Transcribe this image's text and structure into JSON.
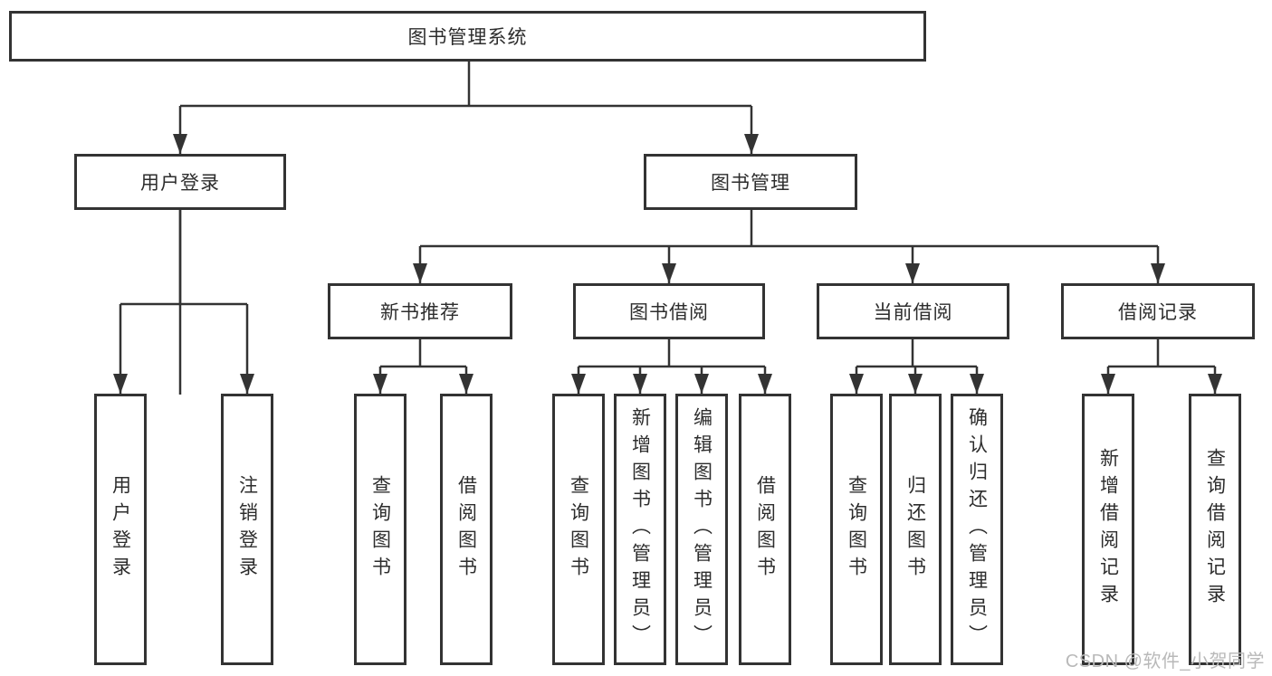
{
  "diagram": {
    "title": "图书管理系统",
    "root": {
      "label": "图书管理系统",
      "children": [
        {
          "label": "用户登录",
          "children": [
            {
              "label": "用户登录"
            },
            {
              "label": "注销登录"
            }
          ]
        },
        {
          "label": "图书管理",
          "children": [
            {
              "label": "新书推荐",
              "children": [
                {
                  "label": "查询图书"
                },
                {
                  "label": "借阅图书"
                }
              ]
            },
            {
              "label": "图书借阅",
              "children": [
                {
                  "label": "查询图书"
                },
                {
                  "label": "新增图书（管理员）"
                },
                {
                  "label": "编辑图书（管理员）"
                },
                {
                  "label": "借阅图书"
                }
              ]
            },
            {
              "label": "当前借阅",
              "children": [
                {
                  "label": "查询图书"
                },
                {
                  "label": "归还图书"
                },
                {
                  "label": "确认归还（管理员）"
                }
              ]
            },
            {
              "label": "借阅记录",
              "children": [
                {
                  "label": "新增借阅记录"
                },
                {
                  "label": "查询借阅记录"
                }
              ]
            }
          ]
        }
      ]
    }
  },
  "watermark": {
    "text": "CSDN @软件_小贺同学"
  },
  "colors": {
    "line": "#333333",
    "box_border": "#333333",
    "text": "#2d2d2d",
    "background": "#ffffff",
    "watermark": "#b9b9b9"
  }
}
